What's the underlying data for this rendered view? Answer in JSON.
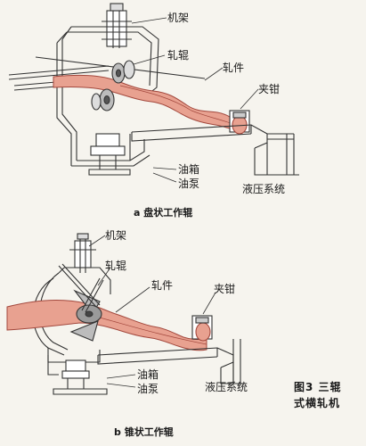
{
  "diagram_a": {
    "labels": {
      "frame": "机架",
      "roll": "轧辊",
      "workpiece": "轧件",
      "clamp": "夹钳",
      "oil_tank": "油箱",
      "oil_pump": "油泵",
      "hydraulic": "液压系统"
    },
    "caption": "a  盘状工作辊"
  },
  "diagram_b": {
    "labels": {
      "frame": "机架",
      "roll": "轧辊",
      "workpiece": "轧件",
      "clamp": "夹钳",
      "oil_tank": "油箱",
      "oil_pump": "油泵",
      "hydraulic": "液压系统"
    },
    "caption": "b 锥状工作辊"
  },
  "figure_title": {
    "line1": "图3    三辊",
    "line2": "式横轧机"
  },
  "colors": {
    "workpiece_fill": "#e8a190",
    "workpiece_stroke": "#a3483d",
    "line": "#333333",
    "roll_fill": "#bcbcbc",
    "background": "#f6f4ee"
  }
}
